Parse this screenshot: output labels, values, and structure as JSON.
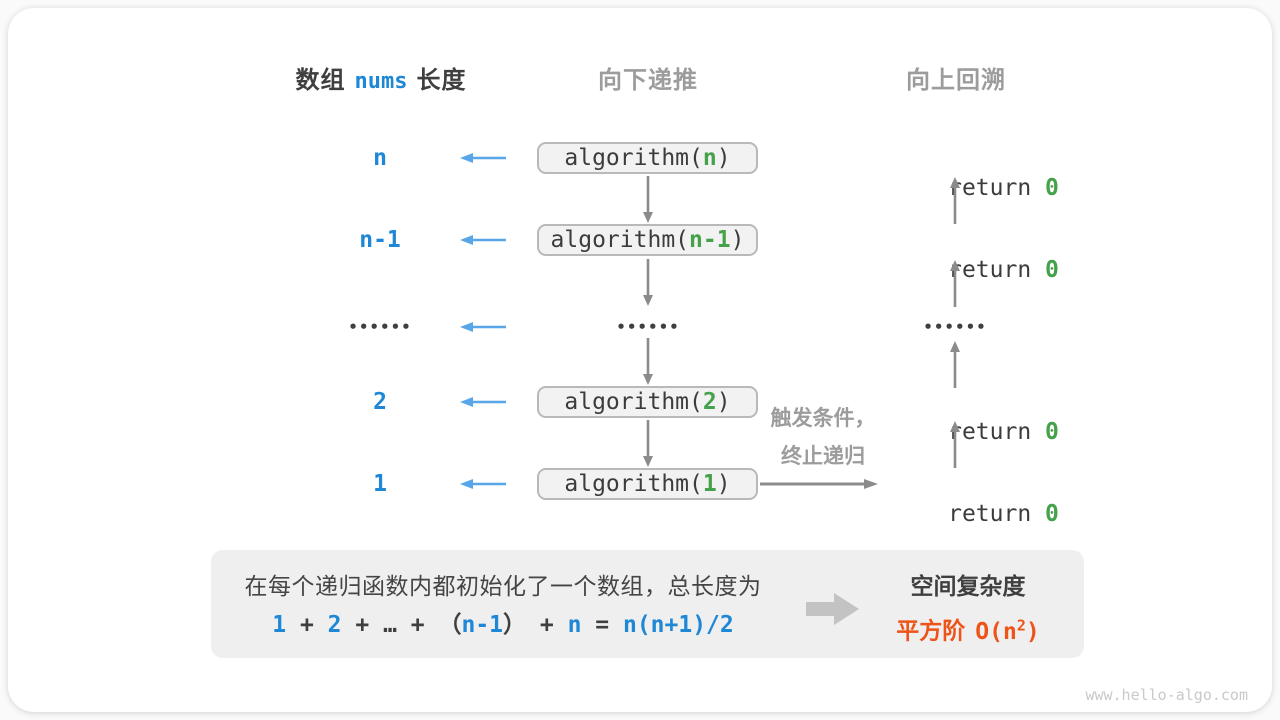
{
  "headers": {
    "left": {
      "prefix": "数组",
      "code": "nums",
      "suffix": "长度"
    },
    "center": "向下递推",
    "right": "向上回溯"
  },
  "rows": [
    {
      "label": "n",
      "call_prefix": "algorithm(",
      "call_arg": "n",
      "call_suffix": ")",
      "ret_prefix": "return ",
      "ret_value": "0"
    },
    {
      "label": "n-1",
      "call_prefix": "algorithm(",
      "call_arg": "n-1",
      "call_suffix": ")",
      "ret_prefix": "return ",
      "ret_value": "0"
    },
    {
      "label": "••••••",
      "call_dots": "••••••",
      "ret_dots": "••••••"
    },
    {
      "label": "2",
      "call_prefix": "algorithm(",
      "call_arg": "2",
      "call_suffix": ")",
      "ret_prefix": "return ",
      "ret_value": "0"
    },
    {
      "label": "1",
      "call_prefix": "algorithm(",
      "call_arg": "1",
      "call_suffix": ")",
      "ret_prefix": "return ",
      "ret_value": "0"
    }
  ],
  "annotation": {
    "line1": "触发条件，",
    "line2": "终止递归"
  },
  "summary": {
    "description": "在每个递归函数内都初始化了一个数组，总长度为",
    "formula_parts": [
      {
        "text": "1"
      },
      {
        "text": " + "
      },
      {
        "text": "2"
      },
      {
        "text": " + "
      },
      {
        "text": "…"
      },
      {
        "text": " + "
      },
      {
        "text": "（"
      },
      {
        "text": "n-1"
      },
      {
        "text": "）"
      },
      {
        "text": " + "
      },
      {
        "text": "n"
      },
      {
        "text": " = "
      },
      {
        "text": "n(n+1)/2"
      }
    ],
    "title": "空间复杂度",
    "result_label": "平方阶",
    "result_code_prefix": "O(n",
    "result_sup": "2",
    "result_code_suffix": ")"
  },
  "watermark": "www.hello-algo.com",
  "colors": {
    "accent_blue": "#1e87d6",
    "light_blue_arrow": "#58a6e8",
    "green_value": "#46a24a",
    "orange_result": "#ee5318",
    "gray_heading": "#9c9c9c",
    "gray_arrow": "#8b8b8b",
    "dark_text": "#3c3c3c",
    "box_fill": "#f2f2f2",
    "box_border": "#b9b9b9",
    "summary_fill": "#efefef"
  }
}
